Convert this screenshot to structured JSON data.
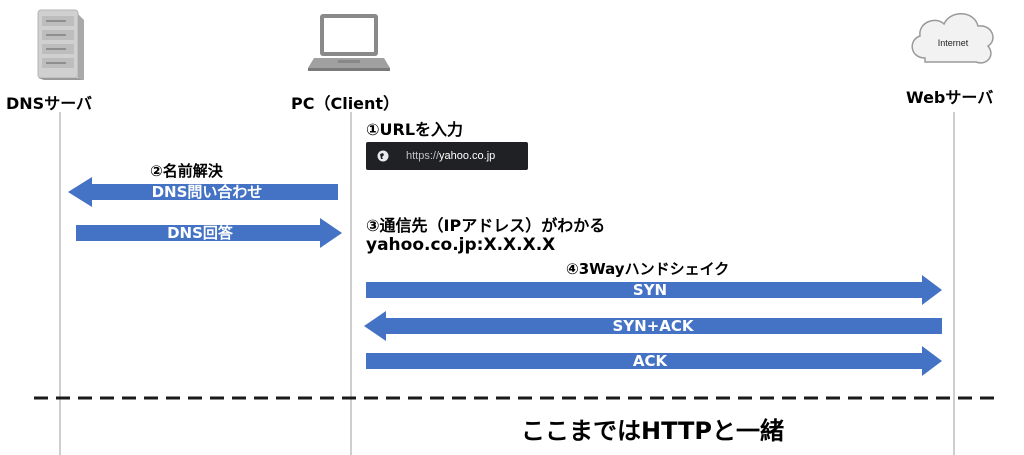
{
  "nodes": {
    "dns_server": "DNSサーバ",
    "pc": "PC（Client）",
    "web_server": "Webサーバ",
    "cloud_label": "Internet"
  },
  "steps": {
    "step1": "①URLを入力",
    "url_prefix": "https://",
    "url_host": "yahoo.co.jp",
    "step2": "②名前解決",
    "dns_query": "DNS問い合わせ",
    "dns_answer": "DNS回答",
    "step3": "③通信先（IPアドレス）がわかる",
    "resolved": "yahoo.co.jp:X.X.X.X",
    "step4": "④3Wayハンドシェイク",
    "syn": "SYN",
    "synack": "SYN+ACK",
    "ack": "ACK"
  },
  "footer": "ここまではHTTPと一緒",
  "colors": {
    "arrow": "#4472C4",
    "lifeline": "#9e9e9e",
    "urlbar": "#202124"
  }
}
